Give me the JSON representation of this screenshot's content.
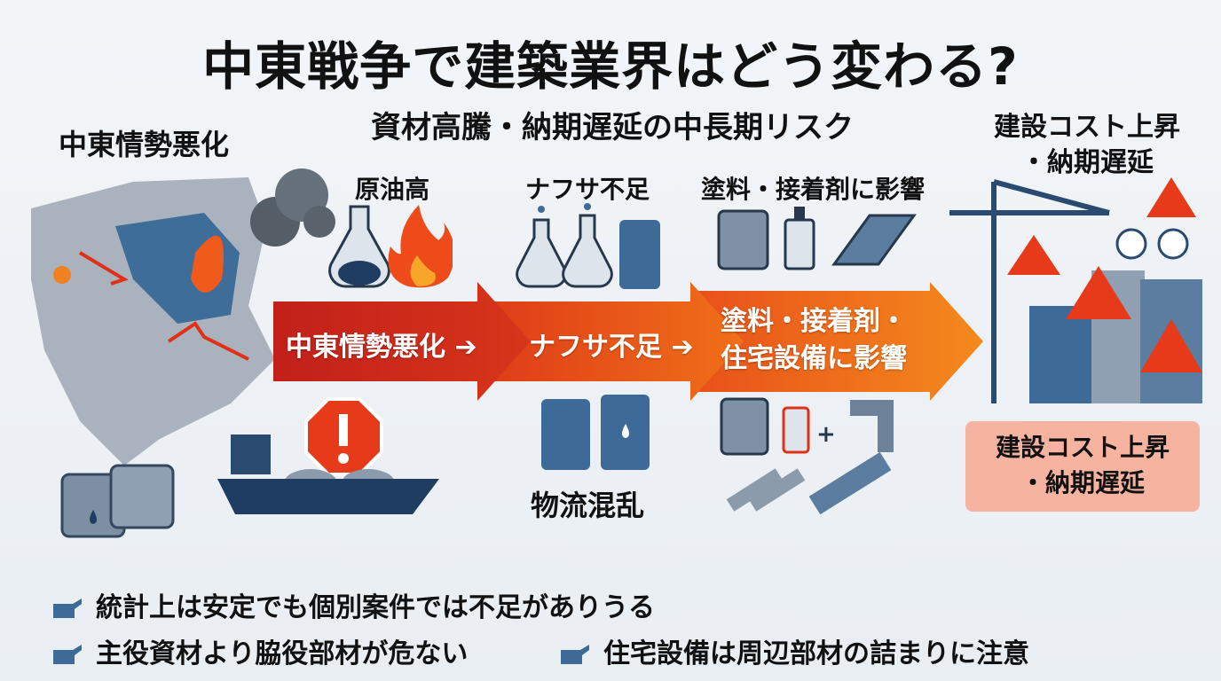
{
  "title": "中東戦争で建築業界はどう変わる?",
  "subtitle": "資材高騰・納期遅延の中長期リスク",
  "left_heading": "中東情勢悪化",
  "right_heading": [
    "建設コスト上昇",
    "・納期遅延"
  ],
  "top_labels": [
    "原油高",
    "ナフサ不足",
    "塗料・接着剤に影響"
  ],
  "flow": {
    "step1": "中東情勢悪化 ➔",
    "step2": "ナフサ不足 ➔",
    "step3_line1": "塗料・接着剤・",
    "step3_line2": "住宅設備に影響"
  },
  "bottom_label": "物流混乱",
  "result_box": [
    "建設コスト上昇",
    "・納期遅延"
  ],
  "bullets": [
    "統計上は安定でも個別案件では不足がありうる",
    "主役資材より脇役部材が危ない",
    "住宅設備は周辺部材の詰まりに注意"
  ],
  "colors": {
    "red": "#c8261a",
    "orange": "#f07a1a",
    "blue": "#3d6a96",
    "navy": "#1f3d63"
  }
}
